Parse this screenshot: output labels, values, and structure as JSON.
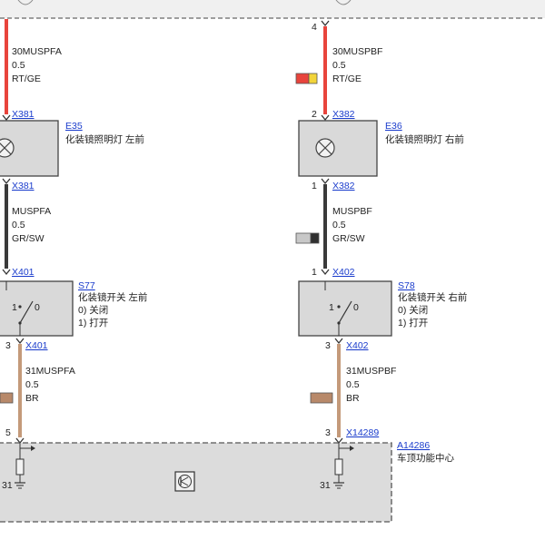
{
  "colors": {
    "red_wire": "#e8443c",
    "dark_wire": "#3a3a3a",
    "brown_wire": "#c49a7a",
    "box_fill": "#d9d9d9",
    "link": "#1a3ccc",
    "swatch_red": "#e8443c",
    "swatch_yellow": "#f2d43a",
    "swatch_gray": "#c8c8c8",
    "swatch_black": "#303030",
    "swatch_brown": "#b8896a"
  },
  "left": {
    "top_pin": "",
    "wire1": {
      "name": "30MUSPFA",
      "size": "0.5",
      "color": "RT/GE"
    },
    "conn_top": "X381",
    "lamp": {
      "id": "E35",
      "desc": "化装镜照明灯 左前"
    },
    "conn_mid": "X381",
    "wire2": {
      "name": "MUSPFA",
      "size": "0.5",
      "color": "GR/SW"
    },
    "conn_sw_in": "X401",
    "switch": {
      "id": "S77",
      "desc": "化装镜开关 左前",
      "state0": "0)   关闭",
      "state1": "1)   打开"
    },
    "sw_out_pin": "3",
    "conn_sw_out": "X401",
    "wire3": {
      "name": "31MUSPFA",
      "size": "0.5",
      "color": "BR"
    },
    "bottom_pin": "5"
  },
  "right": {
    "top_pin": "4",
    "wire1": {
      "name": "30MUSPBF",
      "size": "0.5",
      "color": "RT/GE"
    },
    "lamp_pin_top": "2",
    "conn_top": "X382",
    "lamp": {
      "id": "E36",
      "desc": "化装镜照明灯 右前"
    },
    "lamp_pin_bottom": "1",
    "conn_mid": "X382",
    "wire2": {
      "name": "MUSPBF",
      "size": "0.5",
      "color": "GR/SW"
    },
    "sw_in_pin": "1",
    "conn_sw_in": "X402",
    "switch": {
      "id": "S78",
      "desc": "化装镜开关 右前",
      "state0": "0)   关闭",
      "state1": "1)   打开"
    },
    "sw_out_pin": "3",
    "conn_sw_out": "X402",
    "wire3": {
      "name": "31MUSPBF",
      "size": "0.5",
      "color": "BR"
    },
    "bottom_pin": "3",
    "conn_bottom": "X14289"
  },
  "module": {
    "id": "A14286",
    "desc": "车顶功能中心",
    "ground_left": "31",
    "ground_right": "31"
  },
  "switch_contacts": {
    "c1": "1",
    "c0": "0"
  }
}
